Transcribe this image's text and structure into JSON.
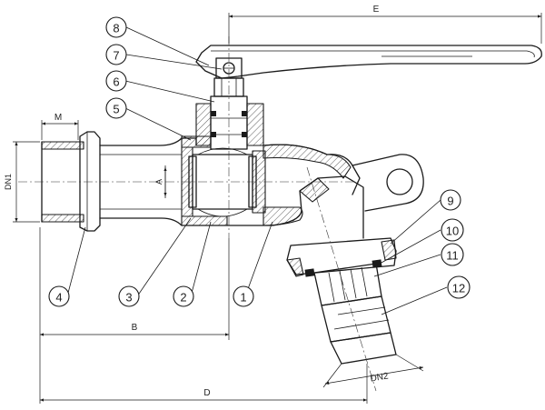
{
  "callouts": [
    {
      "label": "1"
    },
    {
      "label": "2"
    },
    {
      "label": "3"
    },
    {
      "label": "4"
    },
    {
      "label": "5"
    },
    {
      "label": "6"
    },
    {
      "label": "7"
    },
    {
      "label": "8"
    },
    {
      "label": "9"
    },
    {
      "label": "10"
    },
    {
      "label": "11"
    },
    {
      "label": "12"
    }
  ],
  "dimensions": {
    "E": "E",
    "M": "M",
    "DN1": "DN1",
    "A": "A",
    "B": "B",
    "D": "D",
    "DN2": "DN2"
  }
}
